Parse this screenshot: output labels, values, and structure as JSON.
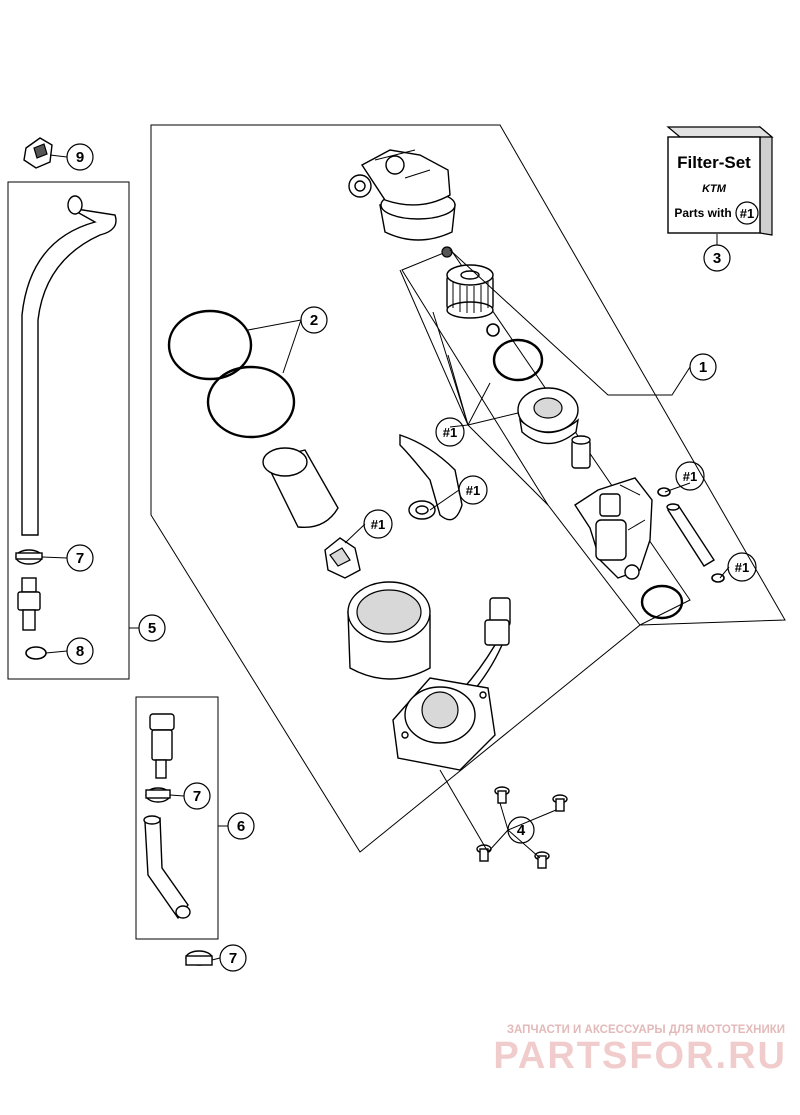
{
  "callouts": {
    "c1": "1",
    "c2": "2",
    "c3": "3",
    "c4": "4",
    "c5": "5",
    "c6": "6",
    "c7a": "7",
    "c7b": "7",
    "c7c": "7",
    "c8": "8",
    "c9": "9"
  },
  "refs": {
    "r1": "#1",
    "r2": "#1",
    "r3": "#1",
    "r4": "#1",
    "r5": "#1"
  },
  "filter_set": {
    "title": "Filter-Set",
    "brand": "KTM",
    "parts_with": "Parts with",
    "ref": "#1"
  },
  "watermark": {
    "tagline": "ЗАПЧАСТИ И АКСЕССУАРЫ ДЛЯ МОТОТЕХНИКИ",
    "brand": "PARTSFOR.RU"
  },
  "colors": {
    "line": "#000000",
    "watermark": "#f0cccc"
  }
}
